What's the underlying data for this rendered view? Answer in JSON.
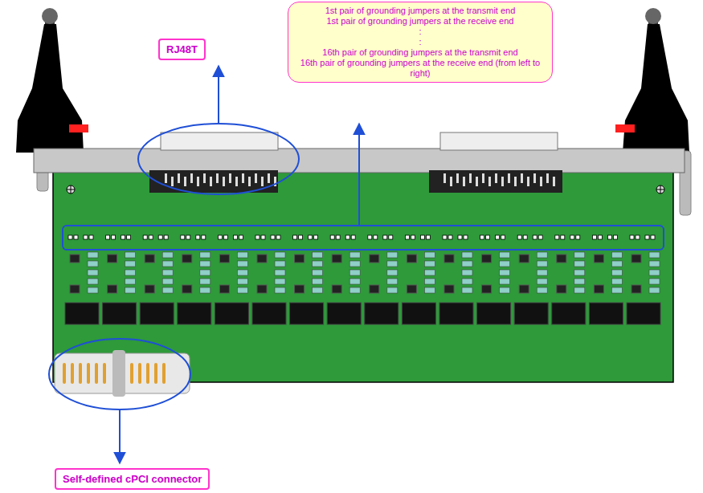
{
  "diagram": {
    "nodes": [
      {
        "text": [
          "RJ48T"
        ]
      },
      {
        "text": [
          "1st pair of grounding jumpers at the transmit end",
          "1st pair of grounding jumpers at the receive end",
          ":",
          ":",
          "16th pair of grounding jumpers at the transmit end",
          "16th pair of grounding jumpers at the receive end (from left to right)"
        ]
      },
      {
        "text": [
          "Self-defined cPCI connector"
        ]
      }
    ]
  }
}
